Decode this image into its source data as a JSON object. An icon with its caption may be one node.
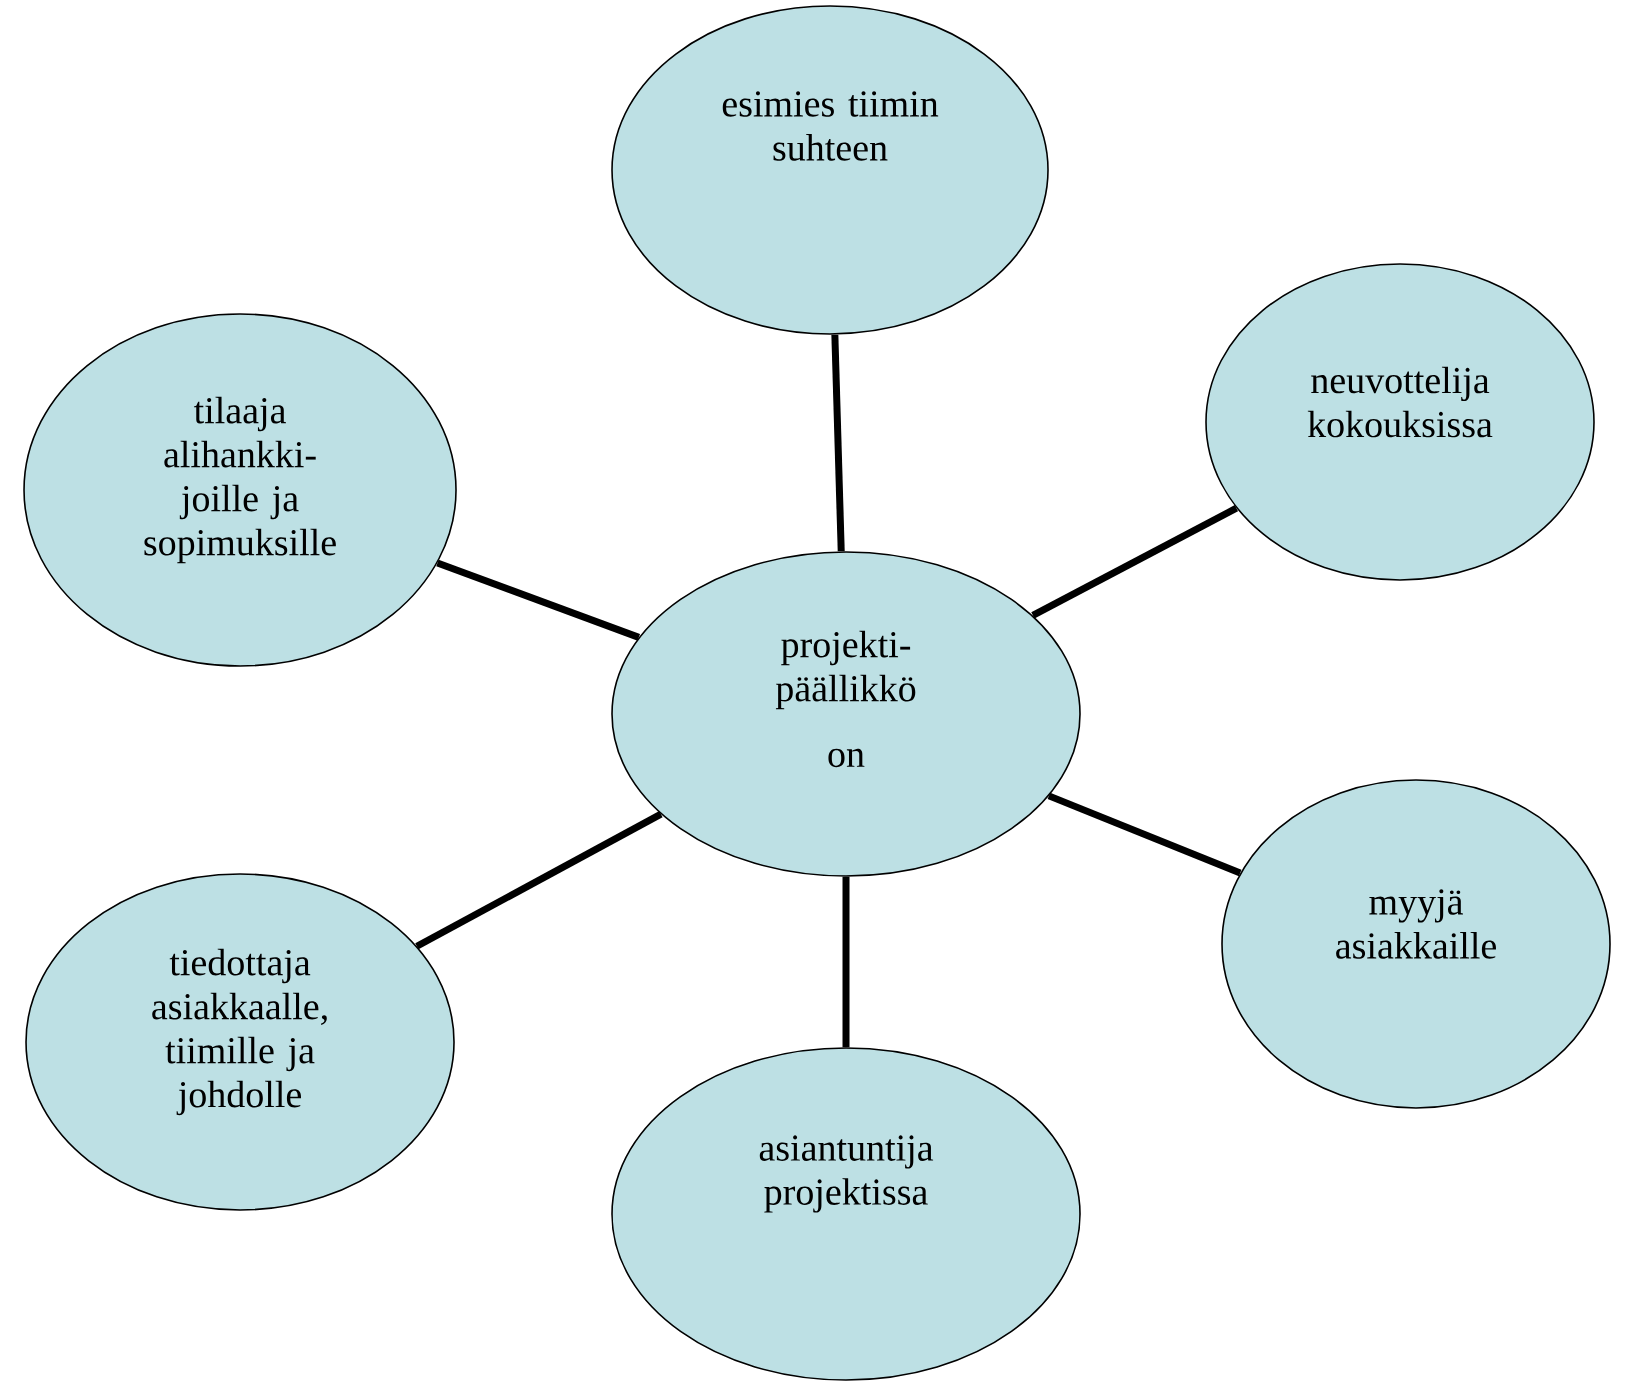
{
  "diagram": {
    "nodes": [
      {
        "text": [
          "projekti- päällikkö",
          "on"
        ]
      },
      {
        "text": [
          "esimies tiimin suhteen"
        ]
      },
      {
        "text": [
          "neuvottelija kokouksissa"
        ]
      },
      {
        "text": [
          "myyjä asiakkaille"
        ]
      },
      {
        "text": [
          "asiantuntija projektissa"
        ]
      },
      {
        "text": [
          "tiedottaja asiakkaalle, tiimille ja johdolle"
        ]
      },
      {
        "text": [
          "tilaaja alihankki- joille ja sopimuksille"
        ]
      }
    ],
    "edges": [
      {
        "from": 0,
        "to": 1,
        "arrow": "none"
      },
      {
        "from": 0,
        "to": 2,
        "arrow": "none"
      },
      {
        "from": 0,
        "to": 3,
        "arrow": "none"
      },
      {
        "from": 0,
        "to": 4,
        "arrow": "none"
      },
      {
        "from": 0,
        "to": 5,
        "arrow": "none"
      },
      {
        "from": 0,
        "to": 6,
        "arrow": "none"
      }
    ]
  }
}
